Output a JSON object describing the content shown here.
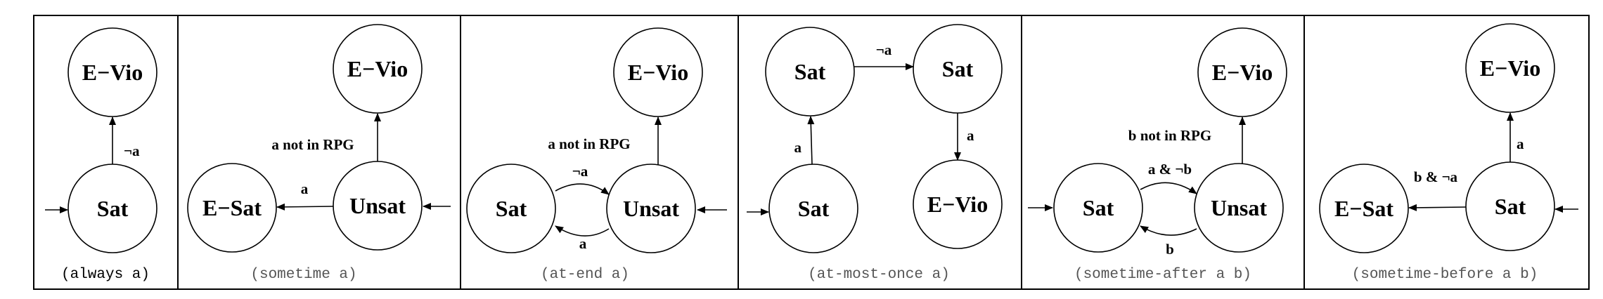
{
  "panels": [
    {
      "caption": "(always a)",
      "states": [
        {
          "label": "E−Vio"
        },
        {
          "label": "Sat"
        }
      ],
      "edge_labels": [
        "¬a"
      ]
    },
    {
      "caption": "(sometime a)",
      "states": [
        {
          "label": "E−Vio"
        },
        {
          "label": "E−Sat"
        },
        {
          "label": "Unsat"
        }
      ],
      "edge_labels": [
        "a not in RPG",
        "a"
      ]
    },
    {
      "caption": "(at-end a)",
      "states": [
        {
          "label": "E−Vio"
        },
        {
          "label": "Sat"
        },
        {
          "label": "Unsat"
        }
      ],
      "edge_labels": [
        "a not in RPG",
        "¬a",
        "a"
      ]
    },
    {
      "caption": "(at-most-once a)",
      "states": [
        {
          "label": "Sat"
        },
        {
          "label": "Sat"
        },
        {
          "label": "Sat"
        },
        {
          "label": "E−Vio"
        }
      ],
      "edge_labels": [
        "¬a",
        "a",
        "a"
      ]
    },
    {
      "caption": "(sometime-after a b)",
      "states": [
        {
          "label": "E−Vio"
        },
        {
          "label": "Sat"
        },
        {
          "label": "Unsat"
        }
      ],
      "edge_labels": [
        "b not in RPG",
        "a & ¬b",
        "b"
      ]
    },
    {
      "caption": "(sometime-before a b)",
      "states": [
        {
          "label": "E−Vio"
        },
        {
          "label": "E−Sat"
        },
        {
          "label": "Sat"
        }
      ],
      "edge_labels": [
        "a",
        "b & ¬a"
      ]
    }
  ]
}
